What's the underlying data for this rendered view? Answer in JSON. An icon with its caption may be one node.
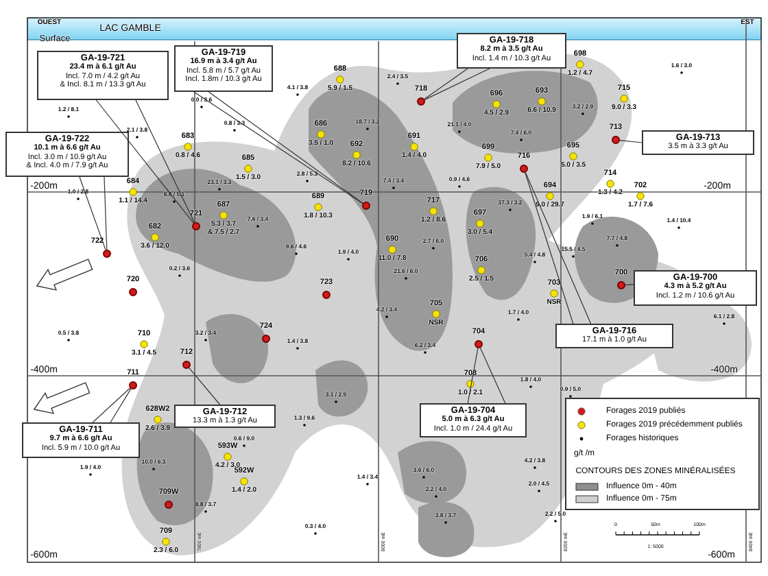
{
  "diagram": {
    "nodes": [
      {
        "text": [
          "GA-19-721",
          "23.4 m à 6.1 g/t Au",
          "Incl. 7.0 m / 4.2 g/t Au",
          "& Incl. 8.1 m / 13.3 g/t Au"
        ]
      },
      {
        "text": [
          "GA-19-719",
          "16.9 m à 3.4 g/t Au",
          "Incl. 5.8 m / 5.7 g/t Au",
          "Incl. 1.8m / 10.3 g/t Au"
        ]
      },
      {
        "text": [
          "GA-19-718",
          "8.2 m à 3.5 g/t Au",
          "Incl. 1.4 m / 10.3 g/t Au"
        ]
      },
      {
        "text": [
          "GA-19-713",
          "3.5 m à 3.3 g/t Au"
        ]
      },
      {
        "text": [
          "GA-19-722",
          "10.1 m à 6.6 g/t Au",
          "Incl. 3.0 m / 10.9 g/t Au",
          "& Incl. 4.0 m / 7.9 g/t Au"
        ]
      },
      {
        "text": [
          "GA-19-700",
          "4.3 m à 5.2 g/t Au",
          "Incl. 1.2 m / 10.6 g/t Au"
        ]
      },
      {
        "text": [
          "GA-19-716",
          "17.1 m à 1.0 g/t Au"
        ]
      },
      {
        "text": [
          "GA-19-711",
          "9.7 m à 6.6 g/t Au",
          "Incl. 5.9 m / 10.0 g/t Au"
        ]
      },
      {
        "text": [
          "GA-19-712",
          "13.3 m à 1.3 g/t Au"
        ]
      },
      {
        "text": [
          "GA-19-704",
          "5.0 m à 6.3 g/t Au",
          "Incl. 1.0 m / 24.4 g/t Au"
        ]
      },
      {
        "text": [
          "718"
        ]
      },
      {
        "text": [
          "713"
        ]
      },
      {
        "text": [
          "716"
        ]
      },
      {
        "text": [
          "719"
        ]
      },
      {
        "text": [
          "721"
        ]
      },
      {
        "text": [
          "722"
        ]
      },
      {
        "text": [
          "700"
        ]
      },
      {
        "text": [
          "720"
        ]
      },
      {
        "text": [
          "723"
        ]
      },
      {
        "text": [
          "724"
        ]
      },
      {
        "text": [
          "704"
        ]
      },
      {
        "text": [
          "712"
        ]
      },
      {
        "text": [
          "711"
        ]
      },
      {
        "text": [
          "709W"
        ]
      }
    ],
    "edges": [
      {
        "from": 0,
        "to": 14,
        "arrow": "none"
      },
      {
        "from": 0,
        "to": 14,
        "arrow": "none"
      },
      {
        "from": 1,
        "to": 13,
        "arrow": "none"
      },
      {
        "from": 1,
        "to": 13,
        "arrow": "none"
      },
      {
        "from": 2,
        "to": 10,
        "arrow": "none"
      },
      {
        "from": 2,
        "to": 10,
        "arrow": "none"
      },
      {
        "from": 3,
        "to": 11,
        "arrow": "none"
      },
      {
        "from": 4,
        "to": 15,
        "arrow": "none"
      },
      {
        "from": 4,
        "to": 15,
        "arrow": "none"
      },
      {
        "from": 5,
        "to": 16,
        "arrow": "none"
      },
      {
        "from": 6,
        "to": 12,
        "arrow": "none"
      },
      {
        "from": 6,
        "to": 12,
        "arrow": "none"
      },
      {
        "from": 7,
        "to": 22,
        "arrow": "none"
      },
      {
        "from": 7,
        "to": 22,
        "arrow": "none"
      },
      {
        "from": 8,
        "to": 21,
        "arrow": "none"
      },
      {
        "from": 9,
        "to": 20,
        "arrow": "none"
      },
      {
        "from": 9,
        "to": 20,
        "arrow": "none"
      }
    ],
    "labels": [
      "OUEST",
      "LAC GAMBLE",
      "EST",
      "Surface",
      "-200m",
      "-200m",
      "-400m",
      "-400m",
      "-600m",
      "-600m",
      "7800 mE",
      "8000 mE",
      "8200 mE",
      "8400 mE",
      "683",
      "0.8 / 4.6",
      "684",
      "1.1 / 14.4",
      "685",
      "1.5 / 3.0",
      "687",
      "5.3 / 3.7",
      "& 7.5 / 2.7",
      "682",
      "3.6 / 12.0",
      "688",
      "5.9 / 1.5",
      "686",
      "3.5 / 1.0",
      "692",
      "8.2 / 10.6",
      "689",
      "1.8 / 10.3",
      "691",
      "1.4 / 4.0",
      "717",
      "1.2 / 8.6",
      "690",
      "11.0 / 7.8",
      "697",
      "3.0 / 5.4",
      "706",
      "2.5 / 1.5",
      "698",
      "1.2 / 4.7",
      "696",
      "4.5 / 2.9",
      "693",
      "6.6 / 10.9",
      "699",
      "7.9 / 5.0",
      "715",
      "9.0 / 3.3",
      "695",
      "5.0 / 3.5",
      "714",
      "1.3 / 4.2",
      "702",
      "1.7 / 7.6",
      "694",
      "9.0 / 29.7",
      "705",
      "NSR",
      "703",
      "NSR",
      "708",
      "1.0 / 2.1",
      "710",
      "3.1 / 4.5",
      "628W2",
      "2.6 / 3.9",
      "593W",
      "4.2 / 3.0",
      "592W",
      "1.4 / 2.0",
      "709",
      "2.3 / 6.0",
      "1.2 / 8.1",
      "2.1 / 3.8",
      "0.0 / 3.6",
      "0.8 / 3.3",
      "1.0 / 2.8",
      "8.8 / 5.1",
      "23.1 / 3.3",
      "0.2 / 3.6",
      "4.1 / 3.8",
      "2.4 / 3.5",
      "18.7 / 3.2",
      "2.8 / 5.3",
      "7.4 / 3.4",
      "21.1 / 4.0",
      "0.9 / 4.6",
      "7.6 / 3.4",
      "9.6 / 4.6",
      "1.9 / 4.0",
      "2.7 / 6.0",
      "21.6 / 6.0",
      "37.3 / 3.2",
      "1.6 / 3.0",
      "3.2 / 2.9",
      "7.4 / 6.0",
      "1.9 / 6.1",
      "1.4 / 10.4",
      "7.7 / 4.8",
      "15.5 / 4.5",
      "5.4 / 4.8",
      "0.5 / 3.8",
      "3.2 / 3.4",
      "1.9 / 4.0",
      "10.0 / 6.3",
      "8.8 / 3.7",
      "0.6 / 9.0",
      "4.2 / 3.4",
      "6.2 / 3.4",
      "1.4 / 3.8",
      "3.1 / 2.9",
      "1.3 / 9.6",
      "3.6 / 6.0",
      "2.2 / 4.0",
      "3.8 / 3.7",
      "1.4 / 3.4",
      "0.3 / 4.0",
      "1.7 / 4.0",
      "1.8 / 4.0",
      "0.9 / 5.0",
      "4.2 / 3.8",
      "2.0 / 4.5",
      "2.2 / 5.0",
      "6.1 / 2.8",
      "g/t /m",
      "CONTOURS DES ZONES MINÉRALISÉES",
      "0",
      "50m",
      "100m",
      "1: 5000"
    ],
    "legend": [
      {
        "text": "Forages 2019 publiés",
        "color": "#d01c1c"
      },
      {
        "text": "Forages 2019 précédemment publiés",
        "color": "#f5e400"
      },
      {
        "text": "Forages historiques",
        "color": "#000000"
      },
      {
        "text": "Influence 0m - 40m",
        "color": "#8f8f8f"
      },
      {
        "text": "Influence 0m - 75m",
        "color": "#cfcfcf"
      }
    ]
  }
}
